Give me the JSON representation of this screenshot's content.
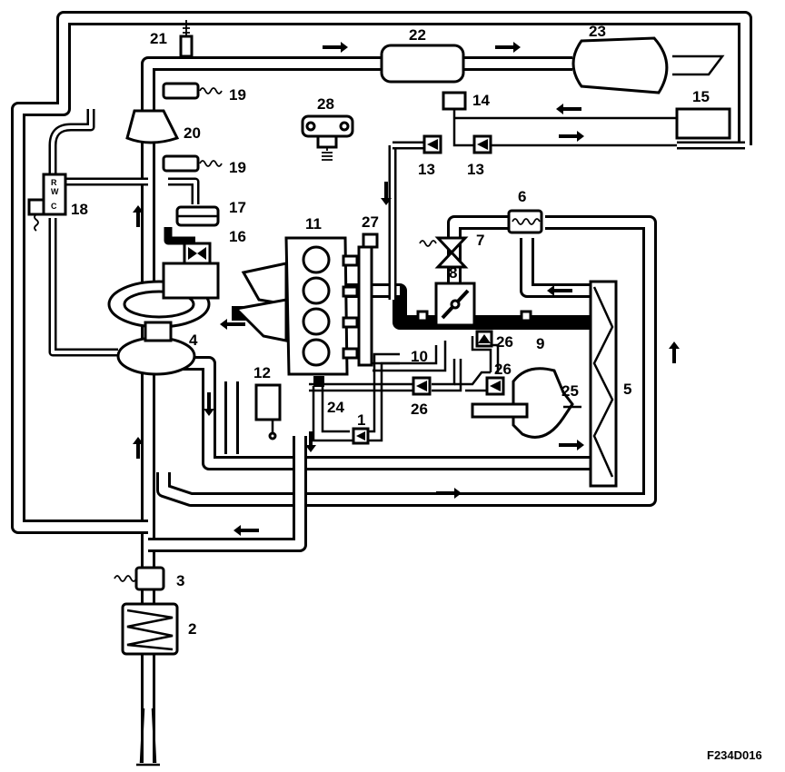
{
  "figure_code": "F234D016",
  "labels": {
    "l1": "1",
    "l2": "2",
    "l3": "3",
    "l4": "4",
    "l5": "5",
    "l6": "6",
    "l7": "7",
    "l8": "8",
    "l9": "9",
    "l10": "10",
    "l11": "11",
    "l12": "12",
    "l13a": "13",
    "l13b": "13",
    "l14": "14",
    "l15": "15",
    "l16": "16",
    "l17": "17",
    "l18": "18",
    "l19a": "19",
    "l19b": "19",
    "l20": "20",
    "l21": "21",
    "l22": "22",
    "l23": "23",
    "l24": "24",
    "l25": "25",
    "l26a": "26",
    "l26b": "26",
    "l26c": "26",
    "l27": "27",
    "l28": "28"
  },
  "valve18_ports": {
    "r": "R",
    "w": "W",
    "c": "C"
  }
}
